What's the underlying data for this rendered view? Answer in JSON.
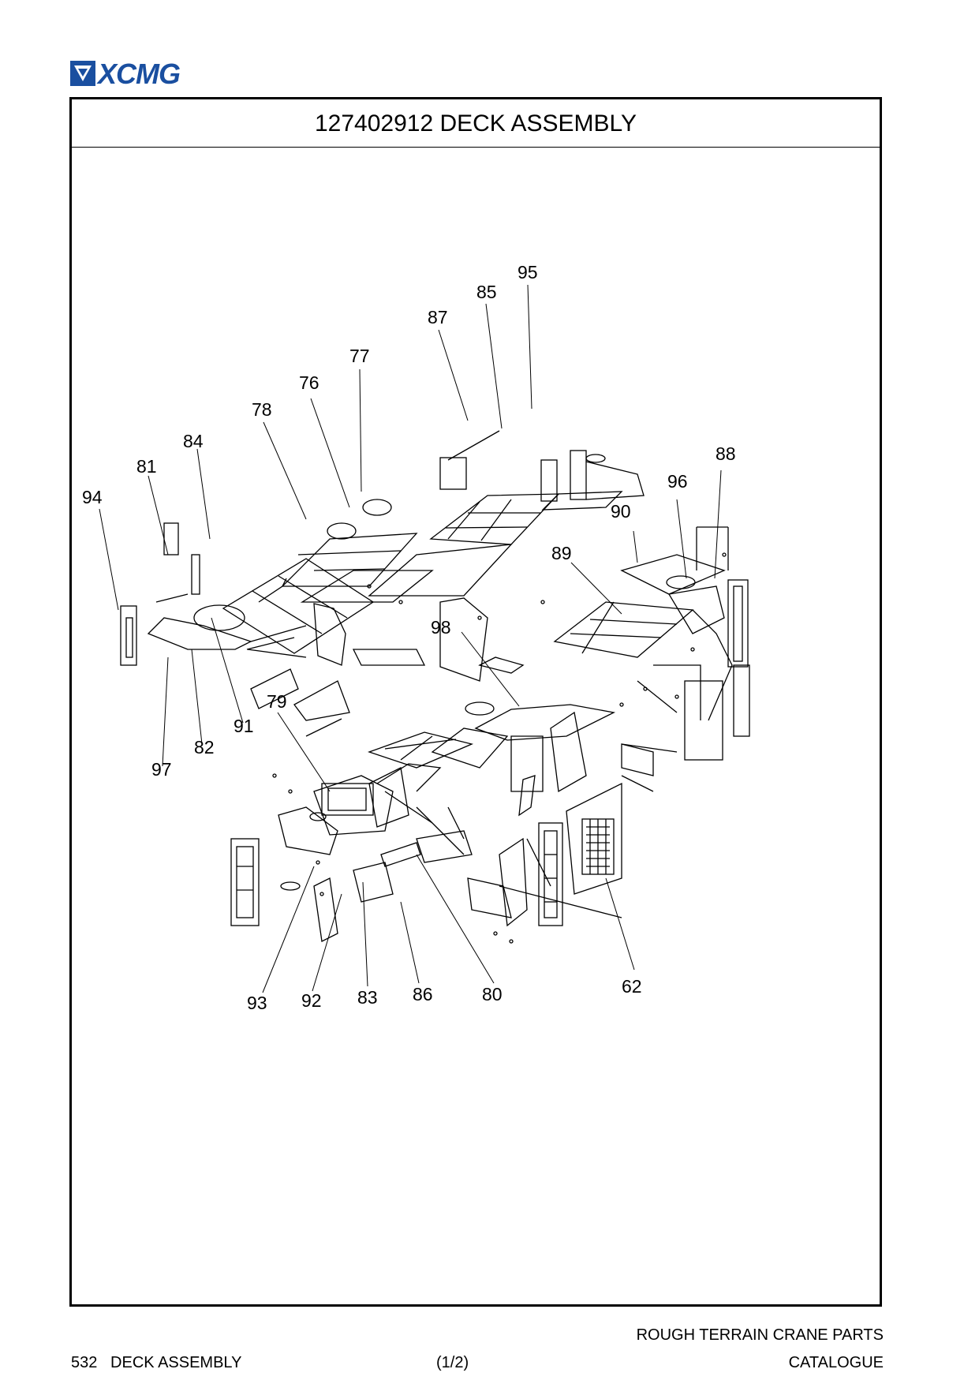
{
  "header": {
    "logo_text": "XCMG"
  },
  "title": "127402912 DECK ASSEMBLY",
  "callouts": [
    {
      "label": "95"
    },
    {
      "label": "85"
    },
    {
      "label": "87"
    },
    {
      "label": "77"
    },
    {
      "label": "76"
    },
    {
      "label": "78"
    },
    {
      "label": "84"
    },
    {
      "label": "81"
    },
    {
      "label": "94"
    },
    {
      "label": "88"
    },
    {
      "label": "96"
    },
    {
      "label": "90"
    },
    {
      "label": "89"
    },
    {
      "label": "98"
    },
    {
      "label": "79"
    },
    {
      "label": "91"
    },
    {
      "label": "82"
    },
    {
      "label": "97"
    },
    {
      "label": "62"
    },
    {
      "label": "93"
    },
    {
      "label": "92"
    },
    {
      "label": "83"
    },
    {
      "label": "86"
    },
    {
      "label": "80"
    }
  ],
  "footer": {
    "page_number": "532",
    "section": "DECK ASSEMBLY",
    "sheet": "(1/2)",
    "catalogue_line1": "ROUGH TERRAIN CRANE PARTS",
    "catalogue_line2": "CATALOGUE"
  },
  "colors": {
    "logo": "#1a4fa0",
    "line": "#000000"
  }
}
